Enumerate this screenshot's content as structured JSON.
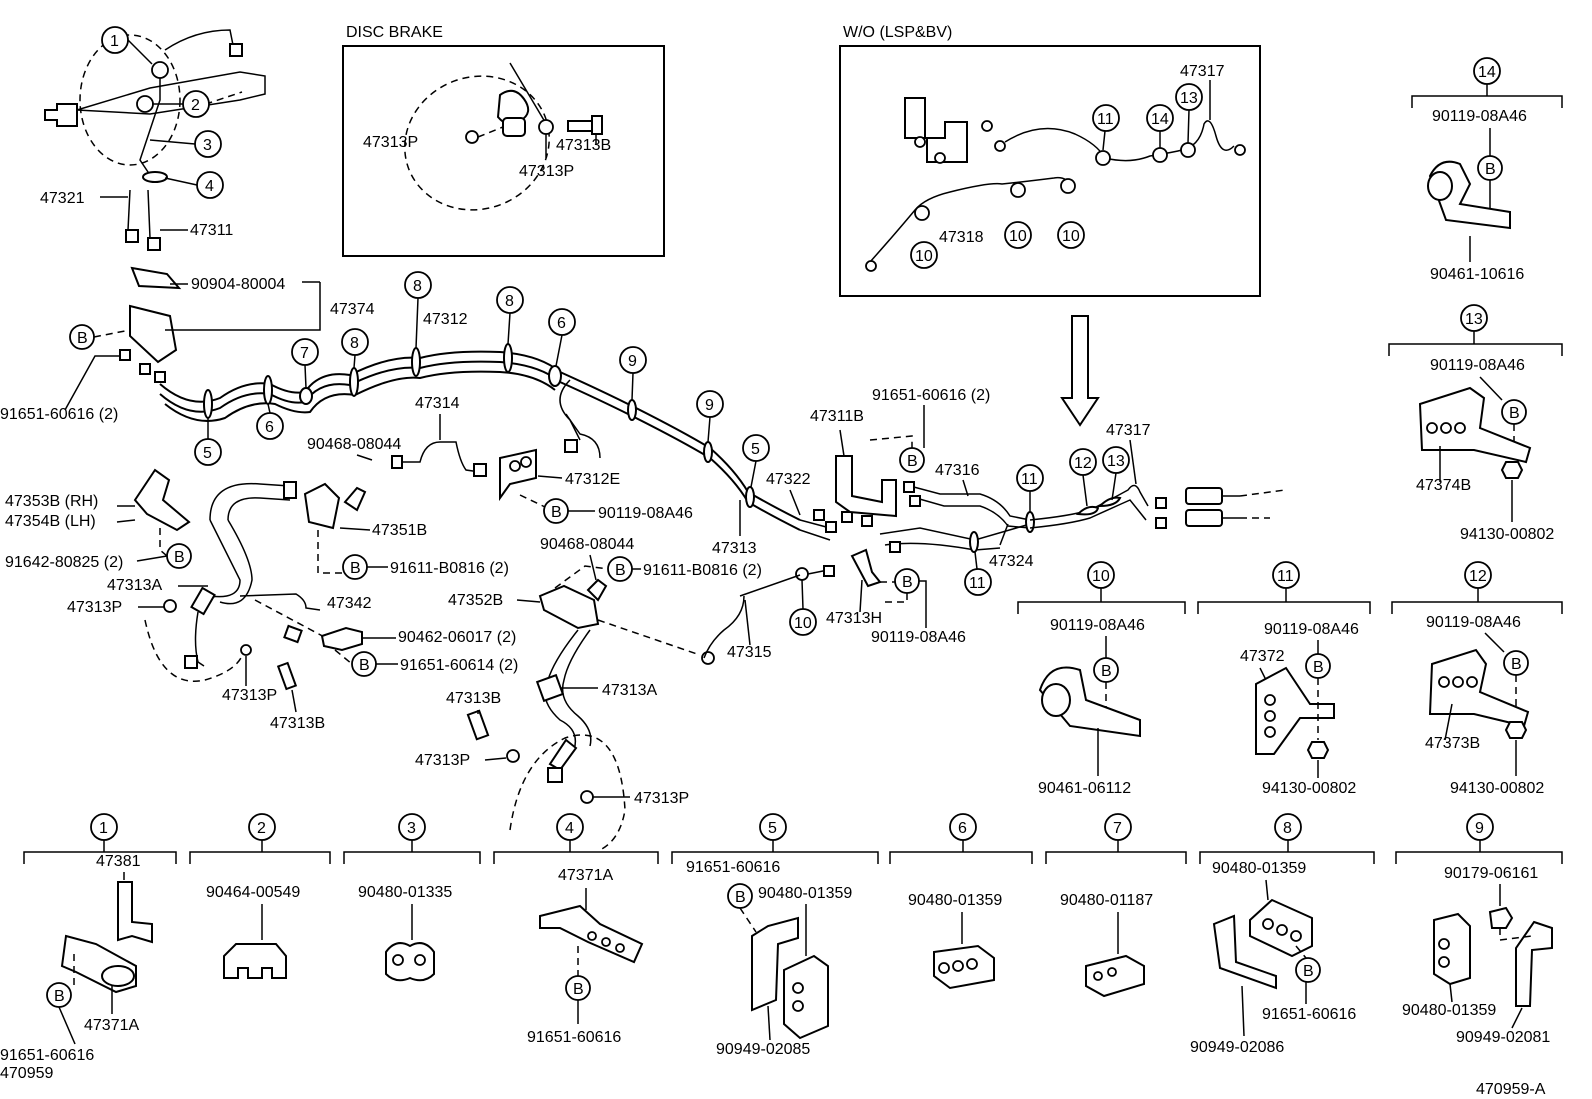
{
  "diagram": {
    "insets": {
      "disc_brake": "DISC BRAKE",
      "wo_lsp_bv": "W/O (LSP&BV)"
    },
    "footer": {
      "left_code": "470959",
      "right_code": "470959-A"
    },
    "callouts": {
      "n1": "1",
      "n2": "2",
      "n3": "3",
      "n4": "4",
      "n5": "5",
      "n6": "6",
      "n7": "7",
      "n8": "8",
      "n9": "9",
      "n10": "10",
      "n11": "11",
      "n12": "12",
      "n13": "13",
      "n14": "14",
      "bolt": "B"
    },
    "parts": {
      "p47321": "47321",
      "p47311": "47311",
      "p90904_80004": "90904-80004",
      "p47374": "47374",
      "p91651_60616_2": "91651-60616 (2)",
      "p47312": "47312",
      "p47314": "47314",
      "p90468_08044": "90468-08044",
      "p47312E": "47312E",
      "p90119_08A46": "90119-08A46",
      "p47351B": "47351B",
      "p47353B_RH": "47353B (RH)",
      "p47354B_LH": "47354B (LH)",
      "p91642_80825_2": "91642-80825 (2)",
      "p47313A": "47313A",
      "p47313P": "47313P",
      "p47342": "47342",
      "p91611_B0816_2": "91611-B0816 (2)",
      "p90462_06017_2": "90462-06017 (2)",
      "p91651_60614_2": "91651-60614 (2)",
      "p47313B": "47313B",
      "p47352B": "47352B",
      "p47313": "47313",
      "p47322": "47322",
      "p47311B": "47311B",
      "p47316": "47316",
      "p47317": "47317",
      "p47324": "47324",
      "p47313H": "47313H",
      "p47315": "47315",
      "p47318": "47318",
      "p90461_10616": "90461-10616",
      "p47374B": "47374B",
      "p94130_00802": "94130-00802",
      "p90461_06112": "90461-06112",
      "p47372": "47372",
      "p47373B": "47373B",
      "p47381": "47381",
      "p47371A": "47371A",
      "p91651_60616": "91651-60616",
      "p90464_00549": "90464-00549",
      "p90480_01335": "90480-01335",
      "p90480_01359": "90480-01359",
      "p90949_02085": "90949-02085",
      "p90480_01187": "90480-01187",
      "p90949_02086": "90949-02086",
      "p90179_06161": "90179-06161",
      "p90949_02081": "90949-02081"
    }
  }
}
